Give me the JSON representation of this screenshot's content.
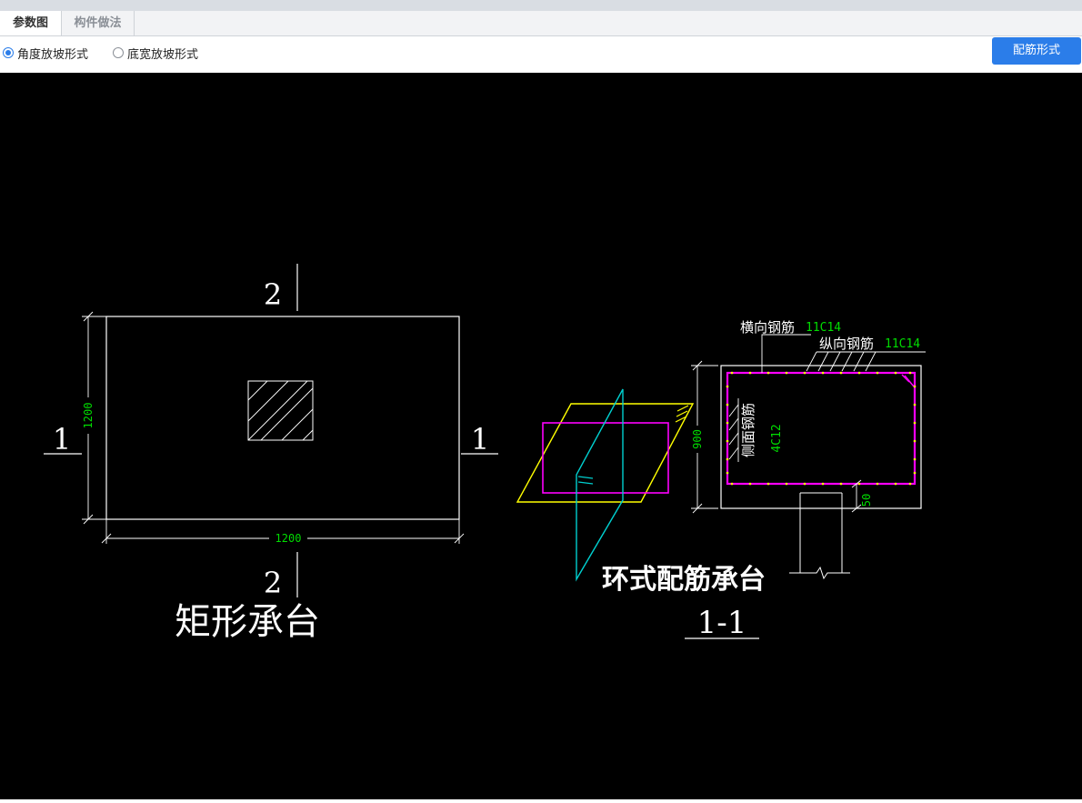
{
  "tabs": [
    {
      "label": "参数图",
      "active": true
    },
    {
      "label": "构件做法",
      "active": false
    }
  ],
  "options": {
    "radio1": {
      "label": "角度放坡形式",
      "checked": true
    },
    "radio2": {
      "label": "底宽放坡形式",
      "checked": false
    }
  },
  "toolbar": {
    "rebar_button_label": "配筋形式"
  },
  "drawing": {
    "plan": {
      "section_mark_top": "2",
      "section_mark_bottom": "2",
      "section_mark_left": "1",
      "section_mark_right": "1",
      "dim_height": "1200",
      "dim_width": "1200",
      "title": "矩形承台"
    },
    "isometric": {
      "title": "环式配筋承台"
    },
    "section": {
      "transverse_label": "横向钢筋",
      "transverse_spec": "11C14",
      "longitudinal_label": "纵向钢筋",
      "longitudinal_spec": "11C14",
      "side_label": "侧面钢筋",
      "side_spec": "4C12",
      "dim_height": "900",
      "dim_cover": "50",
      "title": "1-1"
    },
    "colors": {
      "line": "#ffffff",
      "dimension_text": "#00dd00",
      "rebar": "#ff00ff",
      "rebar_dots": "#ffff00",
      "iso_top": "#ffff00",
      "iso_plane": "#00d0d0"
    }
  }
}
